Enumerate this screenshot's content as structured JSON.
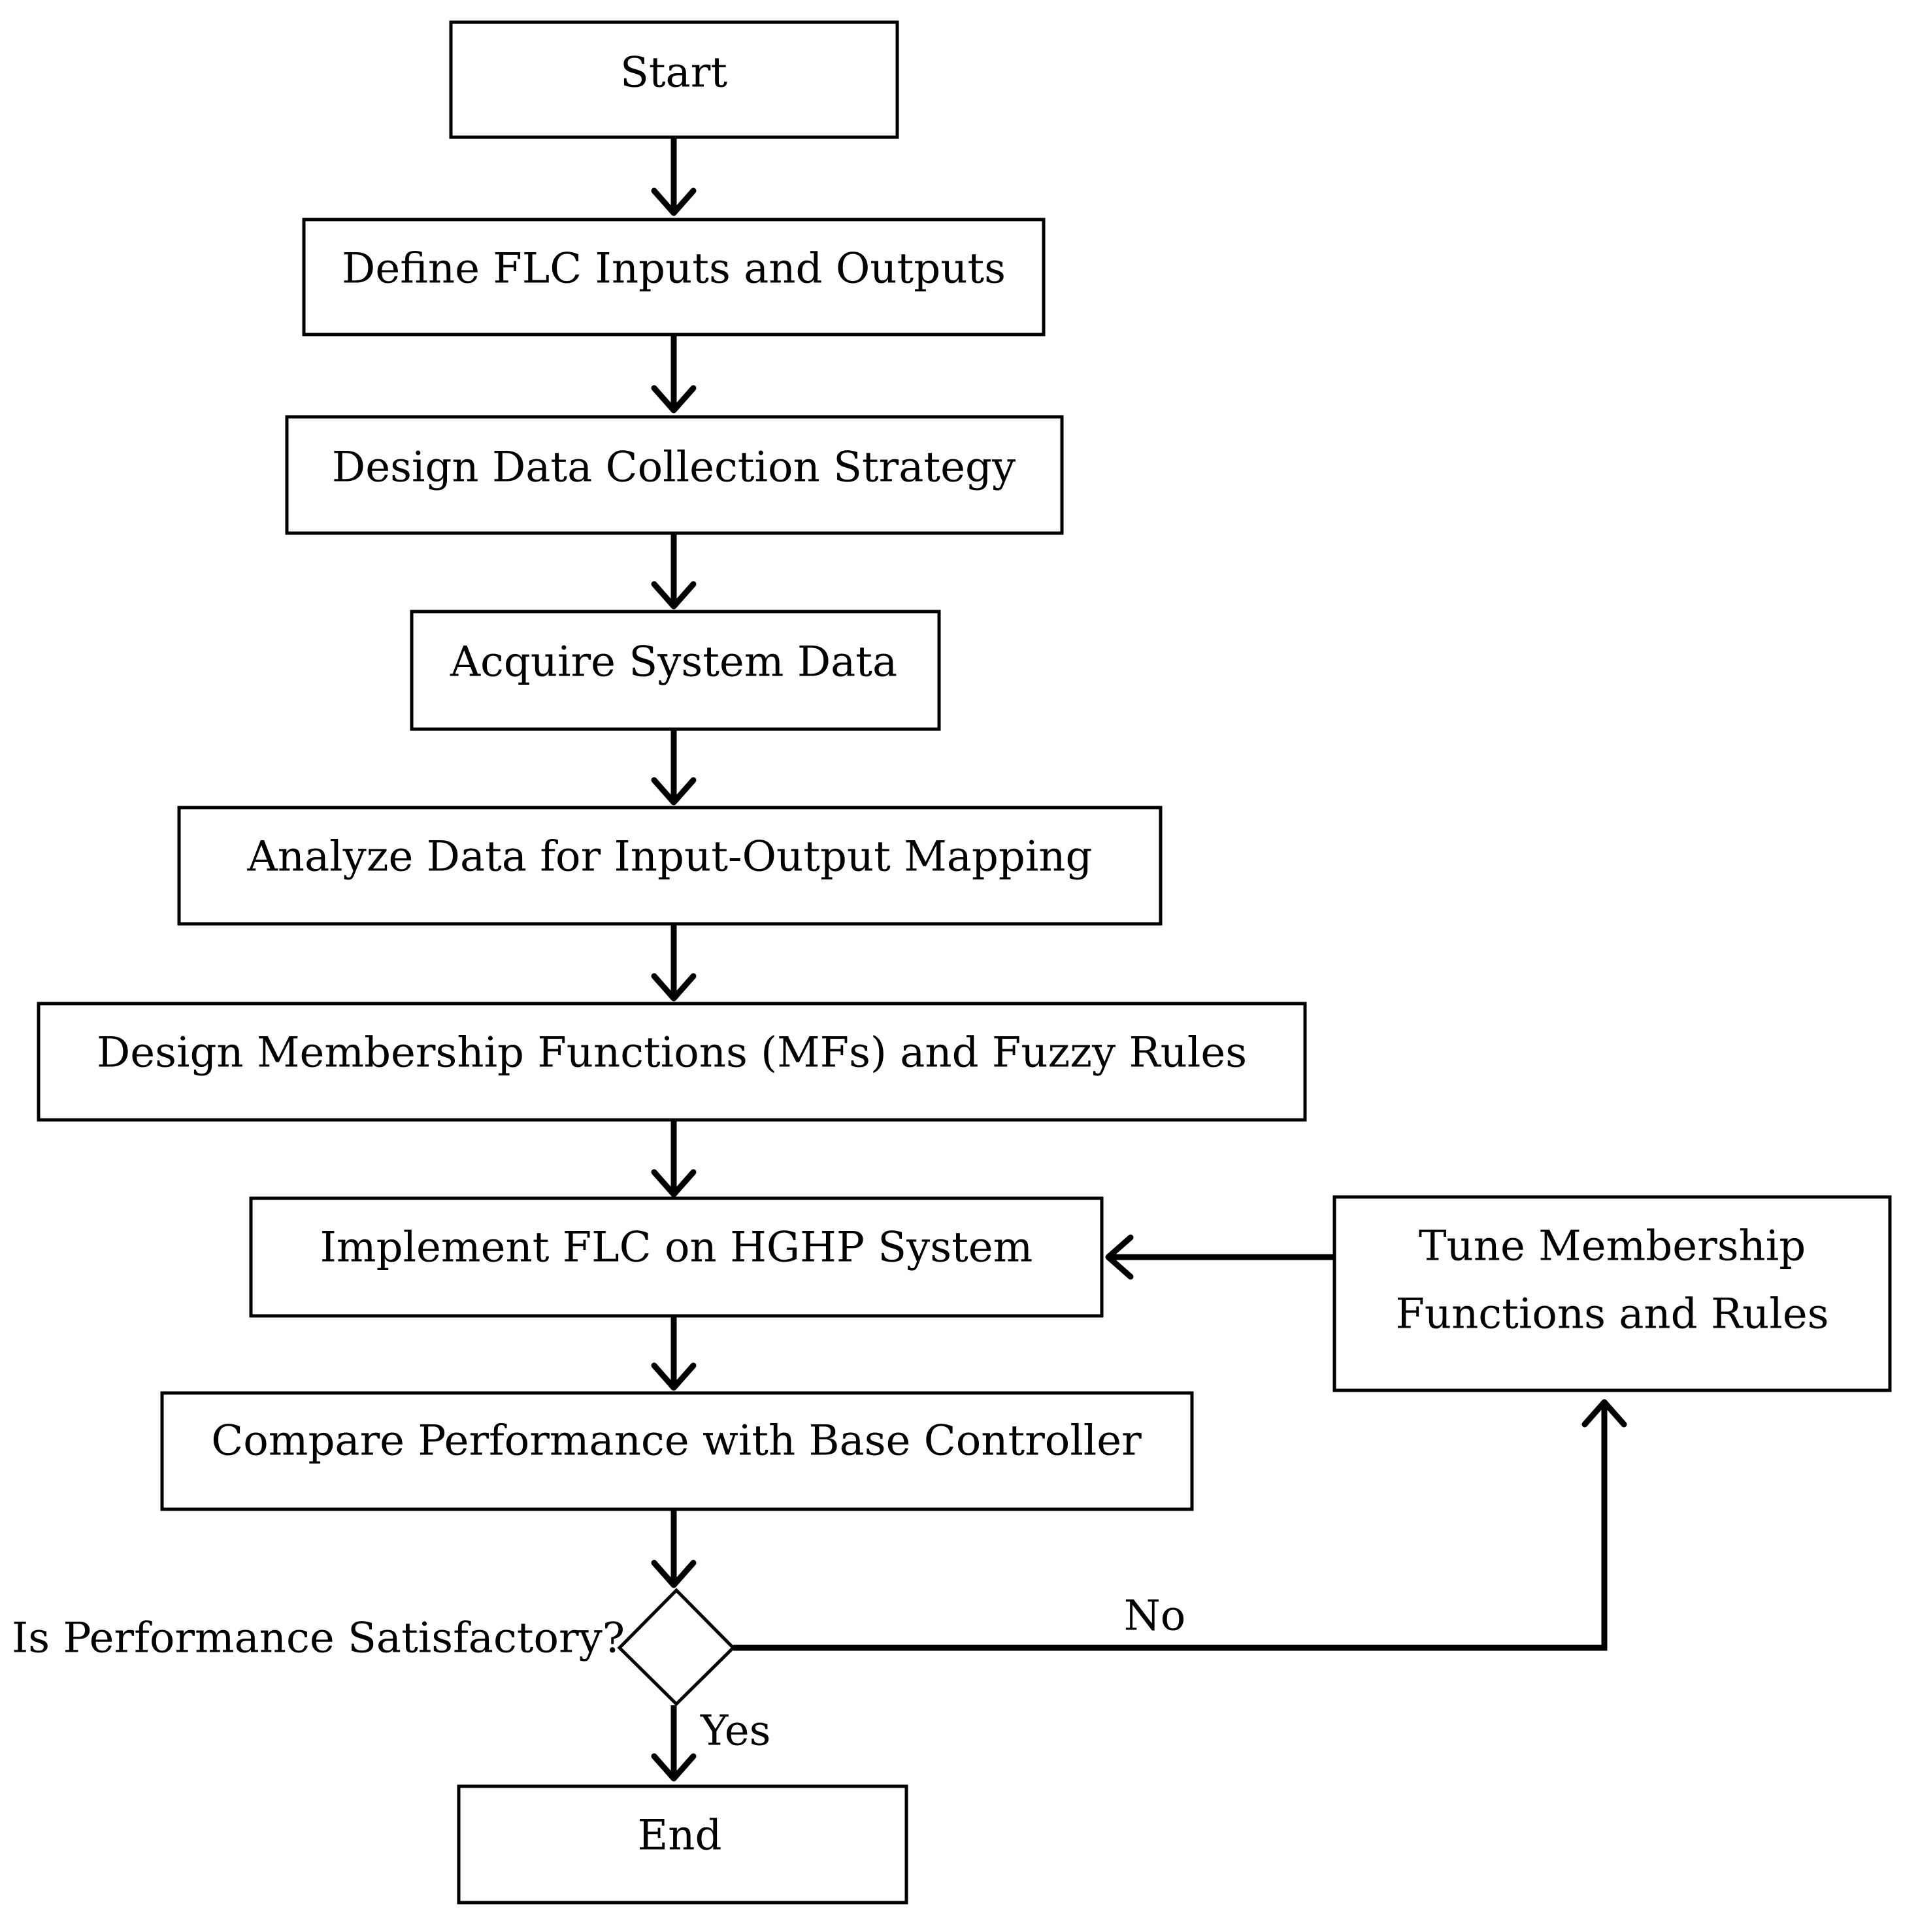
{
  "steps": {
    "start": "Start",
    "define": "Define FLC Inputs and Outputs",
    "design_data": "Design Data Collection Strategy",
    "acquire": "Acquire System Data",
    "analyze": "Analyze Data for Input-Output Mapping",
    "design_mf": "Design Membership Functions (MFs) and Fuzzy Rules",
    "implement": "Implement FLC on HGHP System",
    "compare": "Compare Performance with Base Controller",
    "tune_line1": "Tune Membership",
    "tune_line2": "Functions and Rules",
    "end": "End"
  },
  "decision": {
    "question": "Is Performance Satisfactory?",
    "no_label": "No",
    "yes_label": "Yes"
  }
}
